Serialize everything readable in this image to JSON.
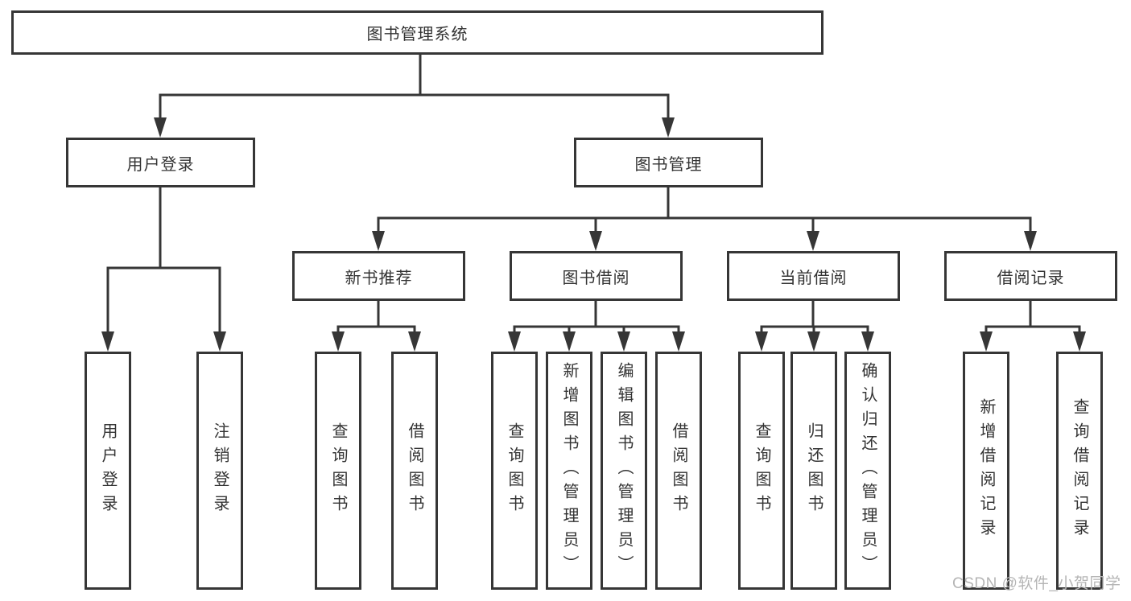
{
  "colors": {
    "line": "#363636",
    "box_border": "#363636",
    "text": "#333333",
    "background": "#ffffff",
    "watermark": "#b5b5b5"
  },
  "tree": {
    "root": {
      "label": "图书管理系统"
    },
    "branches": [
      {
        "label": "用户登录",
        "children": [
          {
            "label": "用户登录"
          },
          {
            "label": "注销登录"
          }
        ]
      },
      {
        "label": "图书管理",
        "children": [
          {
            "label": "新书推荐",
            "children": [
              {
                "label": "查询图书"
              },
              {
                "label": "借阅图书"
              }
            ]
          },
          {
            "label": "图书借阅",
            "children": [
              {
                "label": "查询图书"
              },
              {
                "label": "新增图书（管理员）"
              },
              {
                "label": "编辑图书（管理员）"
              },
              {
                "label": "借阅图书"
              }
            ]
          },
          {
            "label": "当前借阅",
            "children": [
              {
                "label": "查询图书"
              },
              {
                "label": "归还图书"
              },
              {
                "label": "确认归还（管理员）"
              }
            ]
          },
          {
            "label": "借阅记录",
            "children": [
              {
                "label": "新增借阅记录"
              },
              {
                "label": "查询借阅记录"
              }
            ]
          }
        ]
      }
    ]
  },
  "watermark": {
    "text": "CSDN @软件_小贺同学"
  }
}
